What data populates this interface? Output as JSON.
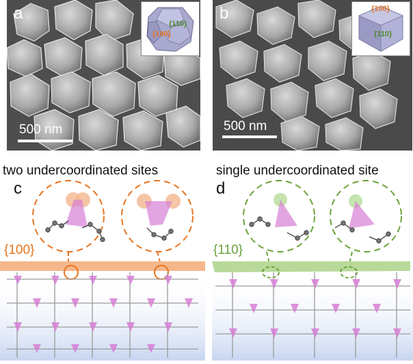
{
  "panels": {
    "a": {
      "letter": "a",
      "scale_text": "500 nm",
      "facets": [
        "{110}",
        "{100}"
      ]
    },
    "b": {
      "letter": "b",
      "scale_text": "500 nm",
      "facets": [
        "{100}",
        "{110}"
      ]
    },
    "c": {
      "letter": "c",
      "caption": "two undercoordinated sites",
      "plane": "{100}"
    },
    "d": {
      "letter": "d",
      "caption": "single undercoordinated site",
      "plane": "{110}"
    }
  },
  "colors": {
    "orange": "#e8731e",
    "green": "#6aa33a",
    "pink": "#d77fd6",
    "blue_fade": "#c8d6f0"
  }
}
